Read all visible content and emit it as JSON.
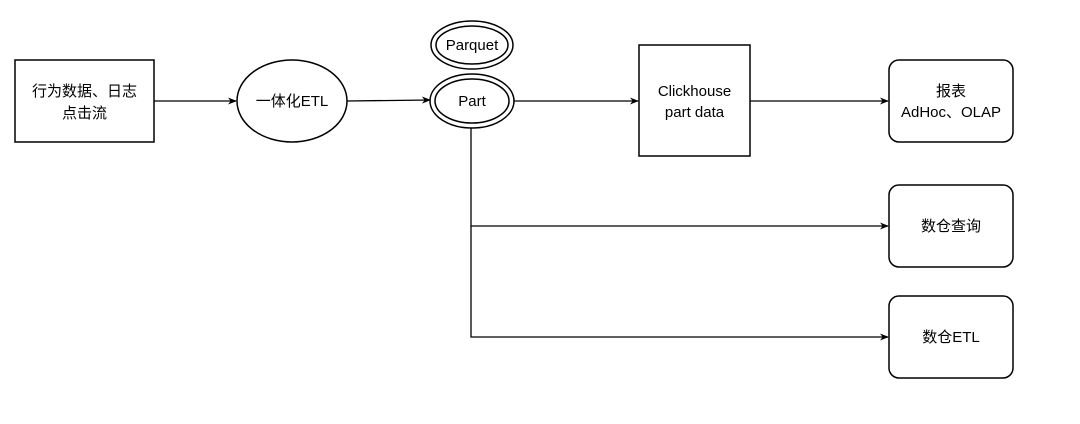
{
  "nodes": {
    "source": {
      "line1": "行为数据、日志",
      "line2": "点击流"
    },
    "etl_unified": {
      "label": "一体化ETL"
    },
    "parquet": {
      "label": "Parquet"
    },
    "part": {
      "label": "Part"
    },
    "clickhouse": {
      "line1": "Clickhouse",
      "line2": "part data"
    },
    "report": {
      "line1": "报表",
      "line2": "AdHoc、OLAP"
    },
    "dw_query": {
      "label": "数仓查询"
    },
    "dw_etl": {
      "label": "数仓ETL"
    }
  }
}
